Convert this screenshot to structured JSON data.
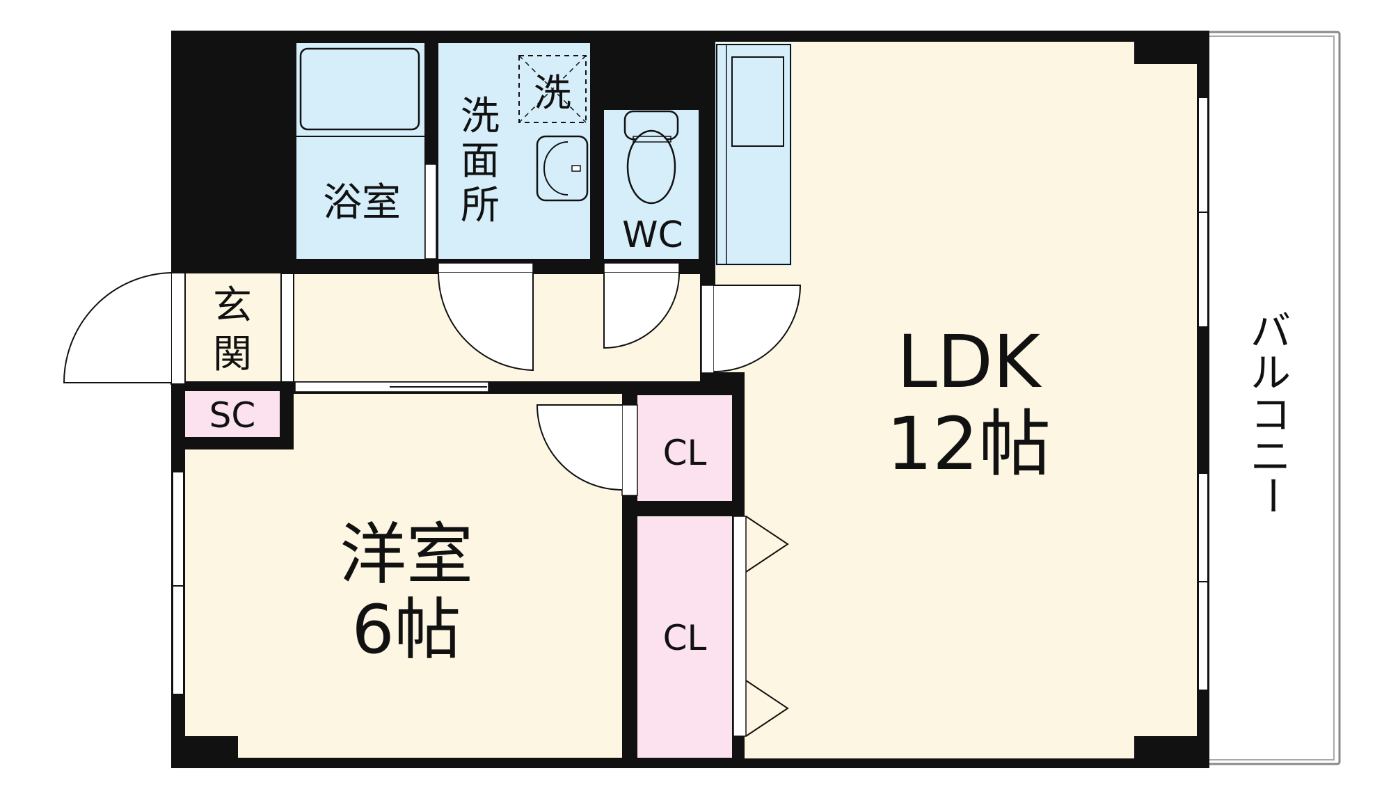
{
  "rooms": {
    "ldk": {
      "name": "LDK",
      "size": "12帖"
    },
    "western": {
      "name": "洋室",
      "size": "6帖"
    },
    "bath": {
      "name": "浴室"
    },
    "washroom": {
      "name_chars": [
        "洗",
        "面",
        "所"
      ]
    },
    "washer": {
      "name": "洗"
    },
    "wc": {
      "name": "WC"
    },
    "entrance": {
      "name_chars": [
        "玄",
        "関"
      ]
    },
    "sc": {
      "name": "SC"
    },
    "cl_upper": {
      "name": "CL"
    },
    "cl_lower": {
      "name": "CL"
    },
    "balcony": {
      "name_chars": [
        "バ",
        "ル",
        "コ",
        "ニ",
        "ー"
      ]
    }
  },
  "colors": {
    "wall": "#111111",
    "wet_area": "#d5eefa",
    "living_floor": "#fdf6e2",
    "storage": "#fbe2ee",
    "balcony": "#ffffff"
  }
}
